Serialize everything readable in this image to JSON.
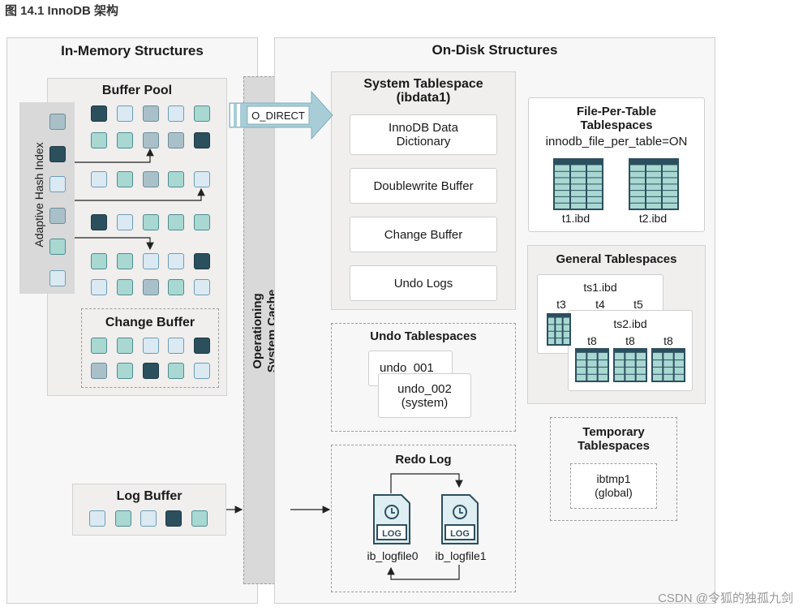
{
  "figure_title": "图 14.1 InnoDB 架构",
  "in_memory": {
    "title": "In-Memory Structures",
    "buffer_pool": "Buffer Pool",
    "adaptive_hash_index": "Adaptive Hash Index",
    "change_buffer": "Change Buffer",
    "log_buffer": "Log Buffer"
  },
  "os_cache": {
    "line1": "Operationing",
    "line2": "System Cache"
  },
  "o_direct": "O_DIRECT",
  "on_disk": {
    "title": "On-Disk Structures",
    "system_tablespace": {
      "line1": "System Tablespace",
      "line2": "(ibdata1)",
      "data_dictionary_line1": "InnoDB Data",
      "data_dictionary_line2": "Dictionary",
      "doublewrite_buffer": "Doublewrite Buffer",
      "change_buffer": "Change Buffer",
      "undo_logs": "Undo Logs"
    },
    "file_per_table": {
      "line1": "File-Per-Table",
      "line2": "Tablespaces",
      "setting": "innodb_file_per_table=ON",
      "file1": "t1.ibd",
      "file2": "t2.ibd"
    },
    "general_tablespaces": {
      "title": "General Tablespaces",
      "ts1": "ts1.ibd",
      "ts1_tables": [
        "t3",
        "t4",
        "t5"
      ],
      "ts2": "ts2.ibd",
      "ts2_tables": [
        "t8",
        "t8",
        "t8"
      ]
    },
    "undo_tablespaces": {
      "title": "Undo Tablespaces",
      "undo1": "undo_001",
      "undo2_line1": "undo_002",
      "undo2_line2": "(system)"
    },
    "temporary_tablespaces": {
      "line1": "Temporary",
      "line2": "Tablespaces",
      "file_line1": "ibtmp1",
      "file_line2": "(global)"
    },
    "redo_log": {
      "title": "Redo Log",
      "log_icon": "LOG",
      "file1": "ib_logfile0",
      "file2": "ib_logfile1"
    }
  },
  "watermark": "CSDN @令狐的独孤九剑",
  "colors": {
    "teal": "#a9d8d3",
    "dark": "#2c4f5e",
    "light": "#dbe9f3",
    "gray": "#aac0c9",
    "arrow": "#a8cdd6"
  }
}
